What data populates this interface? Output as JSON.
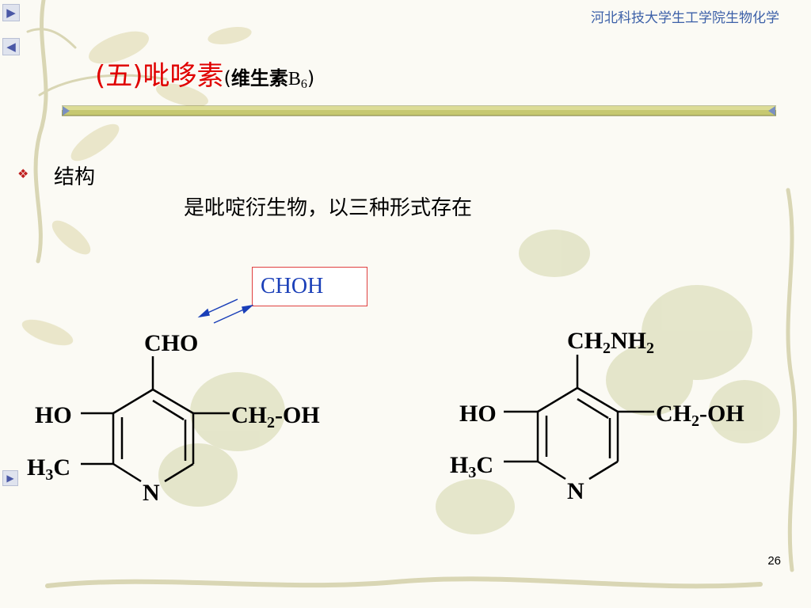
{
  "institution": "河北科技大学生工学院生物化学",
  "title": {
    "main": "(五)吡哆素",
    "open_paren": "(",
    "sub_label": "维生素",
    "letter": "B",
    "subscript": "6",
    "close_paren": ")"
  },
  "section": {
    "heading": "结构",
    "description": "是吡啶衍生物，以三种形式存在"
  },
  "choh_label": "CHOH",
  "pyridoxal": {
    "top_group": "CHO",
    "left_upper": "HO",
    "left_lower_main": "H",
    "left_lower_sub": "3",
    "left_lower_end": "C",
    "right_main": "CH",
    "right_sub": "2",
    "right_end": "-OH",
    "nitrogen": "N"
  },
  "pyridoxamine": {
    "top_main": "CH",
    "top_sub1": "2",
    "top_mid": "NH",
    "top_sub2": "2",
    "left_upper": "HO",
    "left_lower_main": "H",
    "left_lower_sub": "3",
    "left_lower_end": "C",
    "right_main": "CH",
    "right_sub": "2",
    "right_end": "-OH",
    "nitrogen": "N"
  },
  "page_number": "26",
  "colors": {
    "title_red": "#e00000",
    "institution_blue": "#3c60a8",
    "choh_blue": "#1a3fb8",
    "box_border": "#e04040",
    "bar_olive": "#c6c870"
  },
  "nav_icons": [
    "play-right-icon",
    "play-left-icon",
    "play-right-small-icon"
  ]
}
